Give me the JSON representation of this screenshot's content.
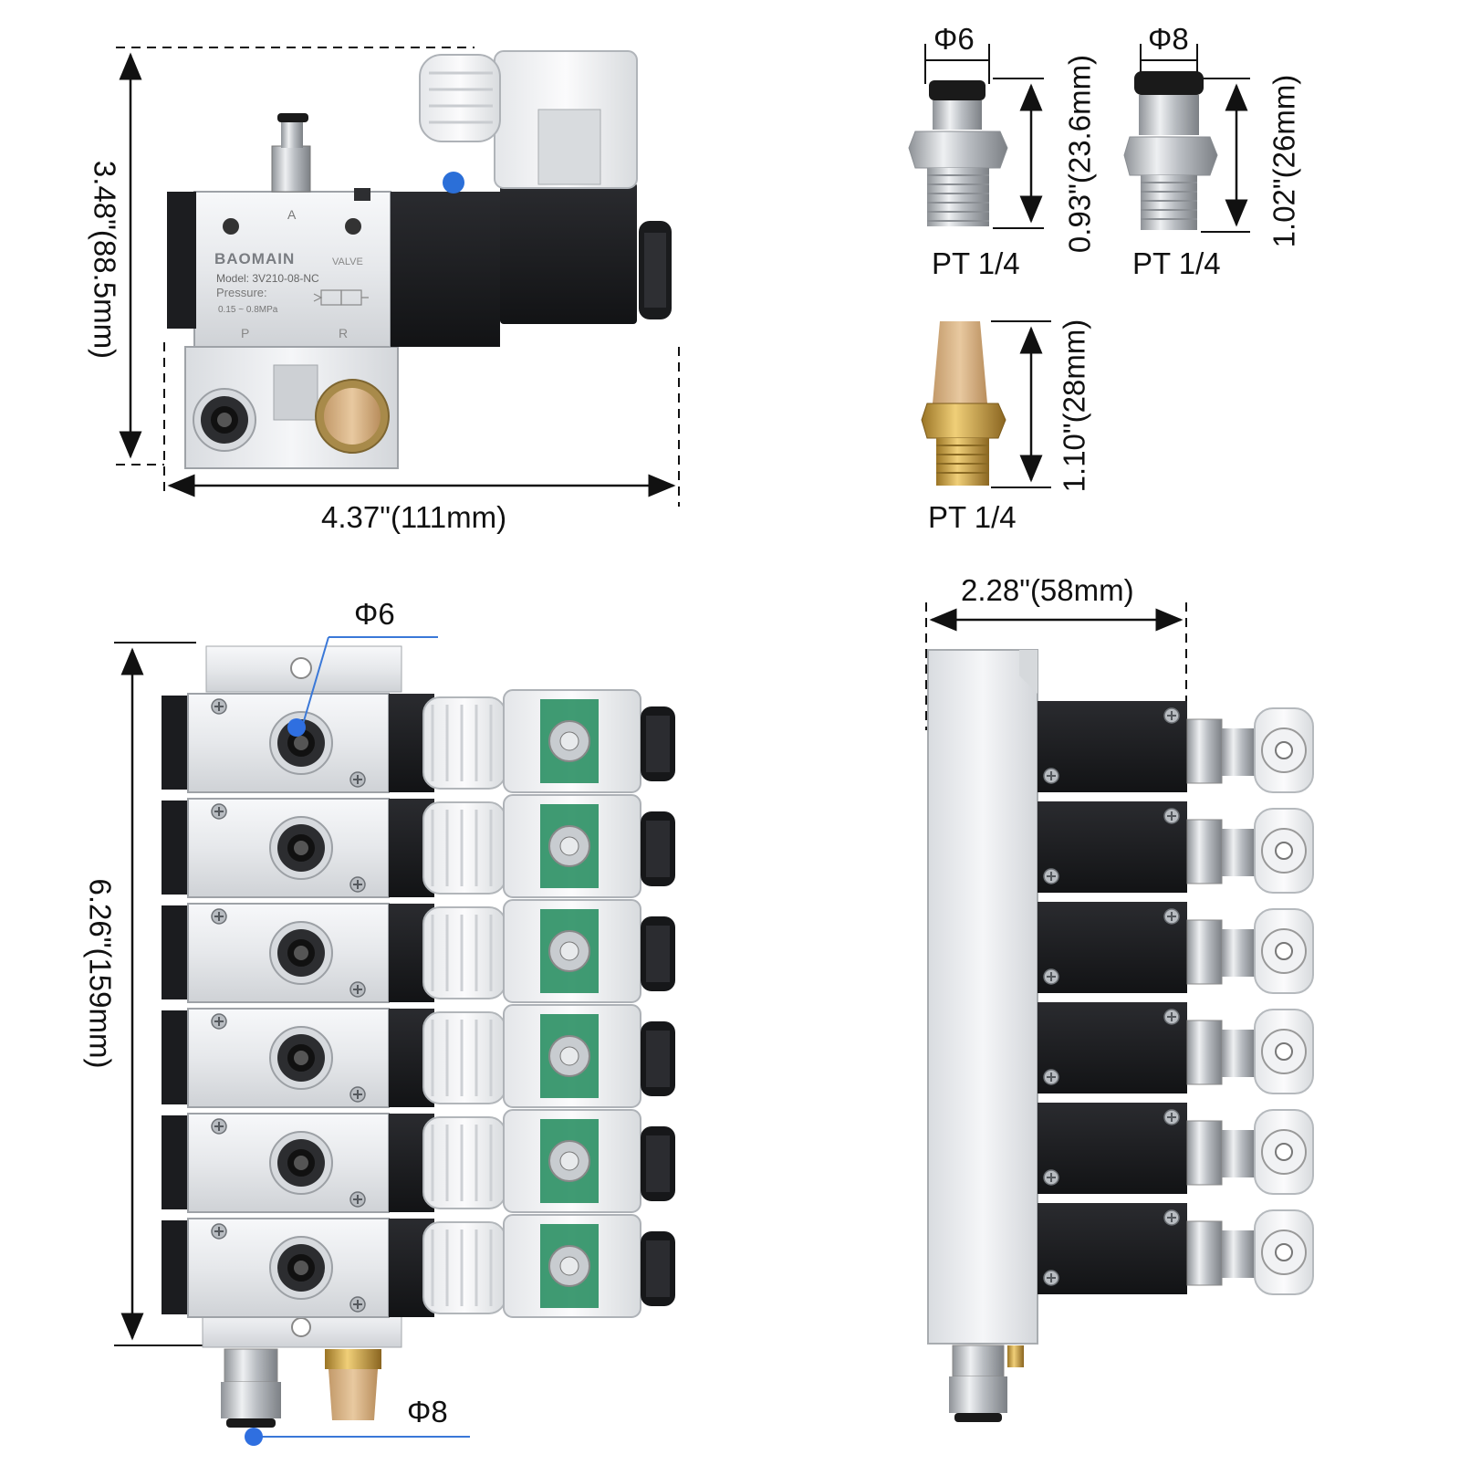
{
  "colors": {
    "dimension_line": "#111111",
    "callout_line": "#3a78d8",
    "callout_dot": "#2f6fe0",
    "aluminum": "#e9ebee",
    "black_body": "#1b1c1f",
    "brass": "#c9a24e",
    "bronze_filter": "#d8b68a"
  },
  "single_valve": {
    "height_label": "3.48\"(88.5mm)",
    "width_label": "4.37\"(111mm)",
    "brand": "BAOMAIN",
    "valve_word": "VALVE",
    "model": "Model: 3V210-08-NC",
    "pressure_label": "Pressure:",
    "pressure_range": "0.15 ~ 0.8MPa",
    "port_a": "A",
    "port_p": "P",
    "port_r": "R"
  },
  "fittings": [
    {
      "diameter": "Φ6",
      "height": "0.93\"(23.6mm)",
      "thread": "PT 1/4"
    },
    {
      "diameter": "Φ8",
      "height": "1.02\"(26mm)",
      "thread": "PT 1/4"
    }
  ],
  "muffler": {
    "height": "1.10\"(28mm)",
    "thread": "PT 1/4"
  },
  "manifold_front": {
    "top_callout": "Φ6",
    "bottom_callout": "Φ8",
    "height_label": "6.26\"(159mm)",
    "valve_count": 6
  },
  "manifold_side": {
    "width_label": "2.28\"(58mm)",
    "valve_count": 6
  }
}
